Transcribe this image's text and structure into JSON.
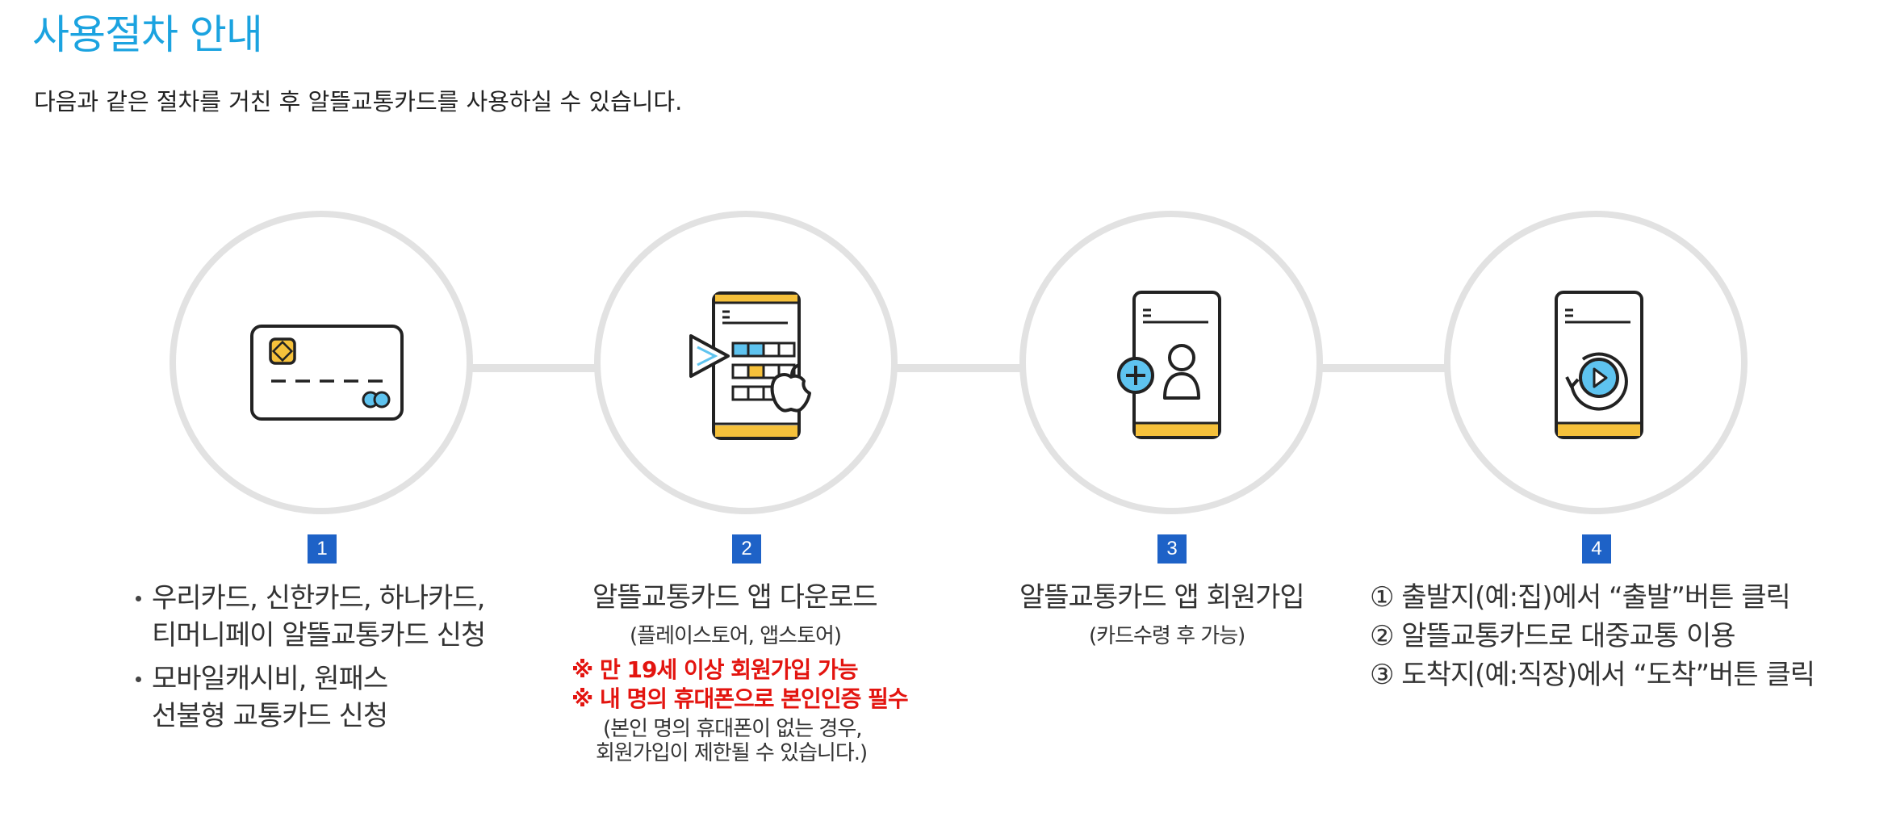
{
  "header": {
    "title": "사용절차 안내",
    "description": "다음과 같은 절차를 거친 후 알뜰교통카드를 사용하실 수 있습니다."
  },
  "colors": {
    "title": "#1ba3e0",
    "badge": "#1e62c7",
    "notice_red": "#e3140f",
    "icon_yellow": "#f6c13b",
    "icon_blue": "#5ec3ef",
    "circle_border": "#e2e2e2"
  },
  "steps": [
    {
      "number": "1",
      "icon": "credit-card-icon",
      "bullets": [
        {
          "line1": "우리카드, 신한카드, 하나카드,",
          "line2": "티머니페이  알뜰교통카드 신청"
        },
        {
          "line1": "모바일캐시비, 원패스",
          "line2": "선불형 교통카드 신청"
        }
      ]
    },
    {
      "number": "2",
      "icon": "app-download-icon",
      "title": "알뜰교통카드 앱 다운로드",
      "subtitle": "(플레이스토어, 앱스토어)",
      "notices": [
        "※ 만 19세 이상 회원가입 가능",
        "※ 내 명의 휴대폰으로 본인인증 필수"
      ],
      "note_lines": [
        "(본인 명의 휴대폰이 없는 경우,",
        "회원가입이 제한될 수 있습니다.)"
      ]
    },
    {
      "number": "3",
      "icon": "member-signup-icon",
      "title": "알뜰교통카드 앱 회원가입",
      "subtitle": "(카드수령 후 가능)"
    },
    {
      "number": "4",
      "icon": "start-arrive-button-icon",
      "lines": [
        "① 출발지(예:집)에서 “출발”버튼 클릭",
        "② 알뜰교통카드로 대중교통 이용",
        "③ 도착지(예:직장)에서 “도착”버튼 클릭"
      ]
    }
  ]
}
